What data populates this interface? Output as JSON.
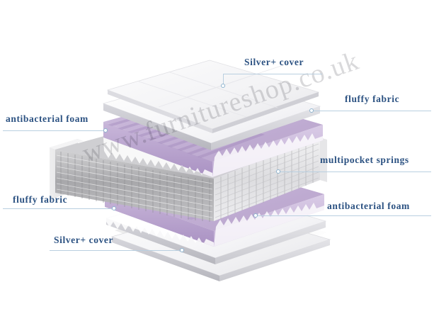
{
  "diagram": {
    "title": "Exploded mattress layer diagram",
    "background_color": "#ffffff",
    "label_color": "#2c5282",
    "leader_color": "#b9cfe0",
    "foam_color": "#c8b6d8",
    "fabric_color": "#f2f2f4",
    "spring_color": "#b4b4b4"
  },
  "watermark": {
    "text": "www.furnitureshop.co.uk"
  },
  "callouts": [
    {
      "id": "silver-cover-top",
      "label": "Silver+ cover",
      "side": "right"
    },
    {
      "id": "fluffy-fabric-top",
      "label": "fluffy fabric",
      "side": "right"
    },
    {
      "id": "antibacterial-foam-top",
      "label": "antibacterial foam",
      "side": "left"
    },
    {
      "id": "multipocket-springs",
      "label": "multipocket springs",
      "side": "right"
    },
    {
      "id": "fluffy-fabric-bottom",
      "label": "fluffy fabric",
      "side": "left"
    },
    {
      "id": "antibacterial-foam-bot",
      "label": "antibacterial foam",
      "side": "right"
    },
    {
      "id": "silver-cover-bottom",
      "label": "Silver+ cover",
      "side": "left"
    }
  ],
  "layers": [
    {
      "id": "layer-silver-cover-top",
      "name": "Silver+ cover",
      "material": "quilted cover"
    },
    {
      "id": "layer-fluffy-fabric-top",
      "name": "fluffy fabric",
      "material": "fabric pad"
    },
    {
      "id": "layer-antibacterial-foam-top",
      "name": "antibacterial foam",
      "material": "convoluted foam"
    },
    {
      "id": "layer-multipocket-springs",
      "name": "multipocket springs",
      "material": "pocket spring unit"
    },
    {
      "id": "layer-antibacterial-foam-bot",
      "name": "antibacterial foam",
      "material": "convoluted foam"
    },
    {
      "id": "layer-fluffy-fabric-bottom",
      "name": "fluffy fabric",
      "material": "fabric pad"
    },
    {
      "id": "layer-silver-cover-bottom",
      "name": "Silver+ cover",
      "material": "quilted cover"
    }
  ]
}
